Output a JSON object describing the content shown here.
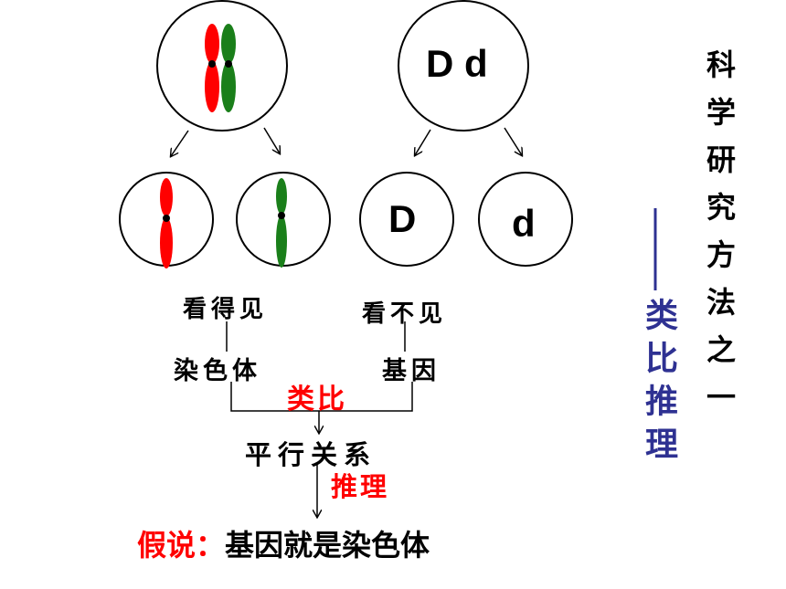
{
  "genes": {
    "parent_label": "D d",
    "child_left": "D",
    "child_right": "d"
  },
  "labels": {
    "visible": "看得见",
    "invisible": "看不见",
    "chromosome": "染色体",
    "gene": "基因",
    "analogy": "类比",
    "parallel": "平行关系",
    "inference": "推理",
    "hypothesis_prefix": "假说：",
    "hypothesis_body": "基因就是染色体"
  },
  "side": {
    "title": "科学研究方法之一",
    "method": "类比推理"
  },
  "colors": {
    "chromosome_a": "#ff0000",
    "chromosome_b": "#1a7f1a",
    "method_text": "#2e3192",
    "emphasis": "#ff0000"
  }
}
